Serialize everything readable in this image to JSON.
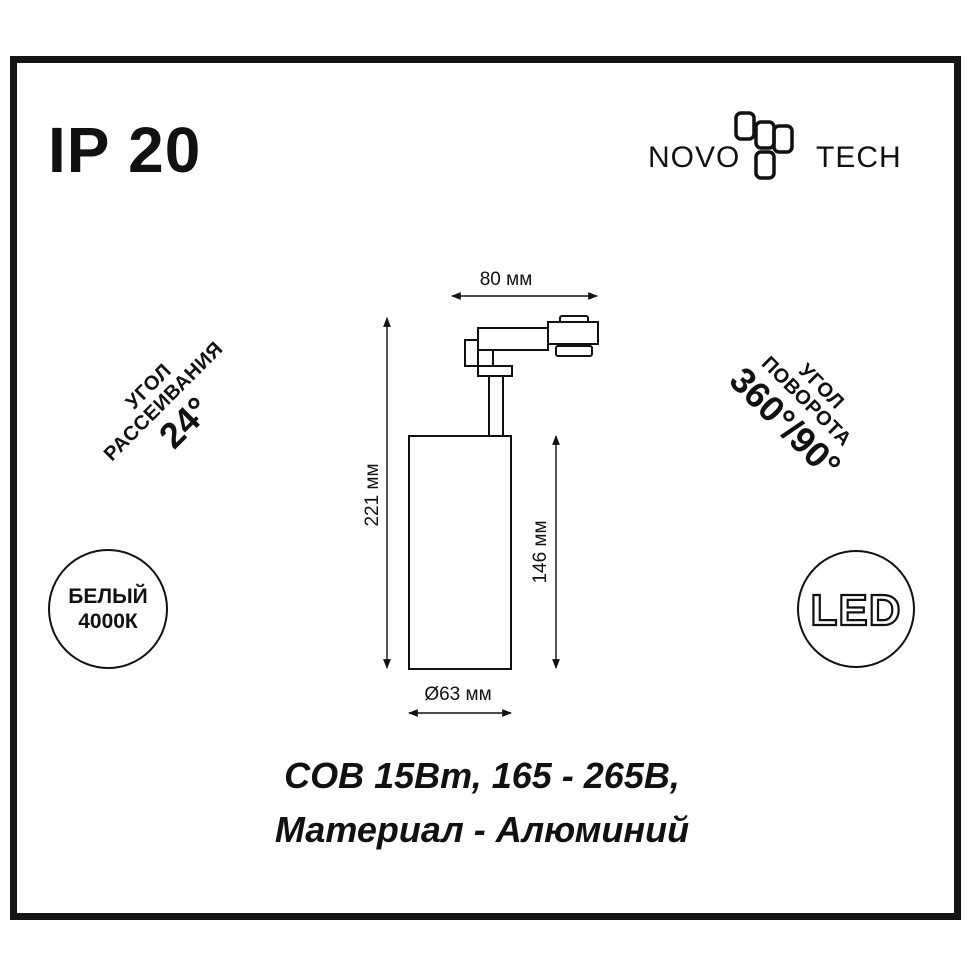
{
  "ip_rating": "IP 20",
  "brand": {
    "left": "NOVO",
    "right": "TECH"
  },
  "dispersion": {
    "line1": "УГОЛ",
    "line2": "РАССЕИВАНИЯ",
    "value": "24°"
  },
  "rotation": {
    "line1": "УГОЛ",
    "line2": "ПОВОРОТА",
    "value": "360°/90°"
  },
  "color_temp": {
    "line1": "БЕЛЫЙ",
    "line2": "4000К"
  },
  "led_badge": "LED",
  "dimensions": {
    "width": "80 мм",
    "total_height": "221 мм",
    "body_height": "146 мм",
    "diameter": "Ø63 мм"
  },
  "specs": {
    "line1": "COB 15Вт, 165 - 265В,",
    "line2": "Материал - Алюминий"
  }
}
